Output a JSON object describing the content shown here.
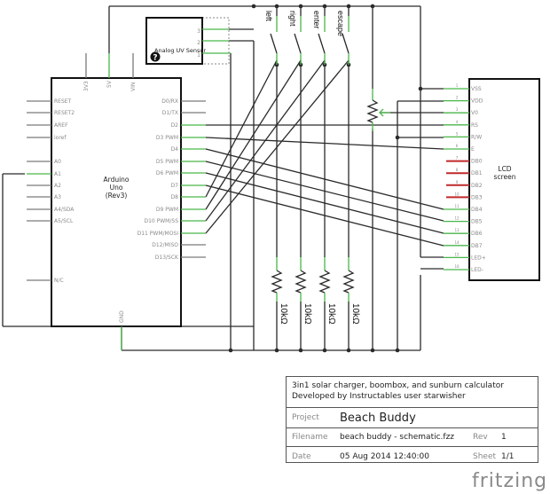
{
  "arduino": {
    "name_line1": "Arduino",
    "name_line2": "Uno",
    "name_line3": "(Rev3)",
    "top_pins": [
      "3V3",
      "5V",
      "VIN"
    ],
    "left_pins": [
      "RESET",
      "RESET2",
      "AREF",
      "ioref",
      "A0",
      "A1",
      "A2",
      "A3",
      "A4/SDA",
      "A5/SCL",
      "N/C"
    ],
    "right_pins": [
      "D0/RX",
      "D1/TX",
      "D2",
      "D3 PWM",
      "D4",
      "D5 PWM",
      "D6 PWM",
      "D7",
      "D8",
      "D9 PWM",
      "D10 PWM/SS",
      "D11 PWM/MOSI",
      "D12/MISO",
      "D13/SCK"
    ],
    "bottom_pin": "GND"
  },
  "uv_sensor": {
    "name": "Analog UV Sensor",
    "icon": "question-mark-icon",
    "pins": [
      "3",
      "2",
      "1"
    ]
  },
  "switches": [
    "left",
    "right",
    "enter",
    "escape"
  ],
  "resistors": [
    "10kΩ",
    "10kΩ",
    "10kΩ",
    "10kΩ"
  ],
  "lcd": {
    "name_line1": "LCD",
    "name_line2": "screen",
    "pins": [
      "VSS",
      "VDD",
      "V0",
      "RS",
      "R/W",
      "E",
      "DB0",
      "DB1",
      "DB2",
      "DB3",
      "DB4",
      "DB5",
      "DB6",
      "DB7",
      "LED+",
      "LED-"
    ],
    "pin_numbers": [
      "1",
      "2",
      "3",
      "4",
      "5",
      "6",
      "7",
      "8",
      "9",
      "10",
      "11",
      "12",
      "13",
      "14",
      "15",
      "16"
    ],
    "unconnected_color": "#c0292b",
    "connected_color": "#49b649"
  },
  "title_block": {
    "description_line1": "3in1 solar charger, boombox, and sunburn calculator",
    "description_line2": "Developed by Instructables user starwisher",
    "project_label": "Project",
    "project_value": "Beach Buddy",
    "filename_label": "Filename",
    "filename_value": "beach buddy - schematic.fzz",
    "rev_label": "Rev",
    "rev_value": "1",
    "date_label": "Date",
    "date_value": "05 Aug 2014 12:40:00",
    "sheet_label": "Sheet",
    "sheet_value": "1/1"
  },
  "logo": "fritzing"
}
